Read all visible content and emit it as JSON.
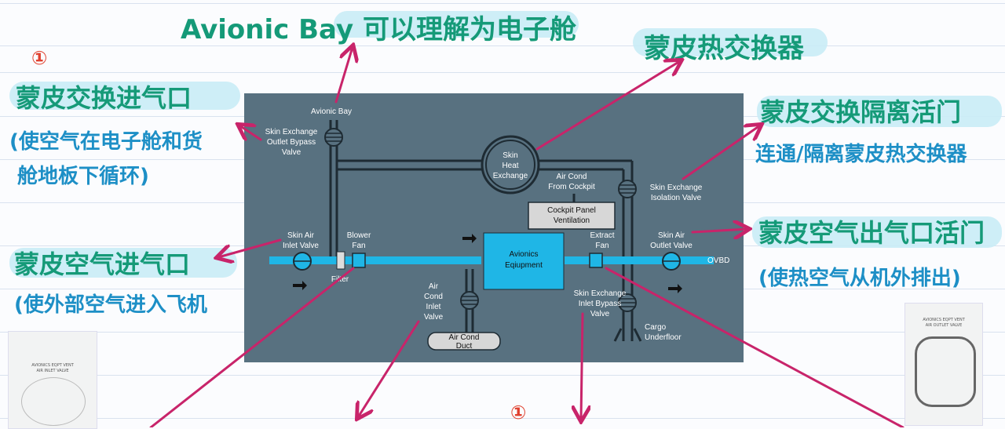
{
  "notes": {
    "top_title": "Avionic Bay 可以理解为电子舱",
    "skin_heat_exchanger": "蒙皮热交换器",
    "marker_1": "①",
    "marker_2": "①",
    "inlet_port_title": "蒙皮交换进气口",
    "inlet_port_desc_1": "(使空气在电子舱和货",
    "inlet_port_desc_2": "舱地板下循环)",
    "isolation_valve_title": "蒙皮交换隔离活门",
    "isolation_valve_desc": "连通/隔离蒙皮热交换器",
    "skin_air_inlet_title": "蒙皮空气进气口",
    "skin_air_inlet_desc": "(使外部空气进入飞机",
    "outlet_valve_title": "蒙皮空气出气口活门",
    "outlet_valve_desc": "(使热空气从机外排出)"
  },
  "diagram": {
    "avionic_bay": "Avionic Bay",
    "outlet_bypass_1": "Skin Exchange",
    "outlet_bypass_2": "Outlet Bypass",
    "outlet_bypass_3": "Valve",
    "skin_hx_1": "Skin",
    "skin_hx_2": "Heat",
    "skin_hx_3": "Exchange",
    "air_cond_cockpit_1": "Air Cond",
    "air_cond_cockpit_2": "From Cockpit",
    "isolation_1": "Skin Exchange",
    "isolation_2": "Isolation Valve",
    "cockpit_panel_1": "Cockpit Panel",
    "cockpit_panel_2": "Ventilation",
    "skin_air_inlet_1": "Skin Air",
    "skin_air_inlet_2": "Inlet Valve",
    "blower_1": "Blower",
    "blower_2": "Fan",
    "filter": "Filter",
    "avionics_1": "Avionics",
    "avionics_2": "Eqiupment",
    "extract_1": "Extract",
    "extract_2": "Fan",
    "skin_air_outlet_1": "Skin Air",
    "skin_air_outlet_2": "Outlet Valve",
    "ovbd": "OVBD",
    "air_cond_inlet_1": "Air",
    "air_cond_inlet_2": "Cond",
    "air_cond_inlet_3": "Inlet",
    "air_cond_inlet_4": "Valve",
    "inlet_bypass_1": "Skin Exchange",
    "inlet_bypass_2": "Inlet Bypass",
    "inlet_bypass_3": "Valve",
    "cargo_1": "Cargo",
    "cargo_2": "Underfloor",
    "duct_1": "Air Cond",
    "duct_2": "Duct"
  },
  "photos": {
    "left_1": "AVIONICS EQPT VENT",
    "left_2": "AIR INLET VALVE",
    "right_1": "AVIONICS EQPT VENT",
    "right_2": "AIR OUTLET VALVE"
  },
  "colors": {
    "panel": "#587180",
    "pipe": "#1fb6e6",
    "arrow": "#c8246a",
    "green_ink": "#159a78",
    "blue_ink": "#1d8fc6",
    "highlight": "#c9ecf6"
  }
}
